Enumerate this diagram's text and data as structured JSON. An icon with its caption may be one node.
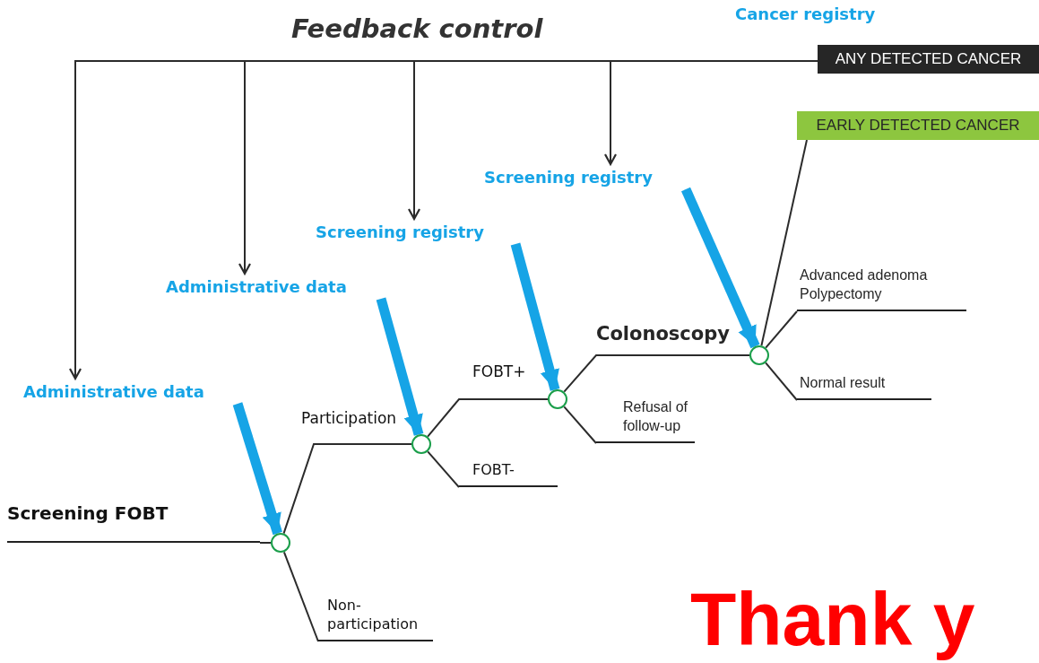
{
  "diagram": {
    "title": "Feedback control",
    "nodes": [
      {
        "text": [
          "ANY DETECTED CANCER"
        ]
      },
      {
        "text": [
          "EARLY DETECTED CANCER"
        ]
      },
      {
        "text": [
          "Screening registry"
        ]
      },
      {
        "text": [
          "Screening registry"
        ]
      },
      {
        "text": [
          "Administrative data"
        ]
      },
      {
        "text": [
          "Administrative data"
        ]
      },
      {
        "text": [
          "Advanced adenoma Polypectomy"
        ]
      },
      {
        "text": [],
        "shape": "circle"
      },
      {
        "text": [
          "Normal result"
        ]
      },
      {
        "text": [],
        "shape": "circle"
      },
      {
        "text": [
          "Refusal of follow-up"
        ]
      },
      {
        "text": [],
        "shape": "circle"
      },
      {
        "text": [
          "FOBT-"
        ]
      },
      {
        "text": [
          "Screening FOBT"
        ]
      },
      {
        "text": [],
        "shape": "circle"
      },
      {
        "text": [
          "Non- participation"
        ]
      }
    ],
    "edges": [
      {
        "from": 0,
        "to": 5,
        "arrow": "to"
      },
      {
        "from": 0,
        "to": 4,
        "arrow": "to"
      },
      {
        "from": 0,
        "to": 3,
        "arrow": "to"
      },
      {
        "from": 0,
        "to": 2,
        "arrow": "to"
      },
      {
        "from": 5,
        "to": 14,
        "arrow": "to",
        "style": "thick",
        "color": "#16a4e6"
      },
      {
        "from": 4,
        "to": 11,
        "arrow": "to",
        "style": "thick",
        "color": "#16a4e6"
      },
      {
        "from": 3,
        "to": 9,
        "arrow": "to",
        "style": "thick",
        "color": "#16a4e6"
      },
      {
        "from": 2,
        "to": 7,
        "arrow": "to",
        "style": "thick",
        "color": "#16a4e6"
      },
      {
        "from": 13,
        "to": 14,
        "arrow": "none"
      },
      {
        "from": 14,
        "to": 11,
        "arrow": "none",
        "label": "Participation"
      },
      {
        "from": 14,
        "to": 15,
        "arrow": "none"
      },
      {
        "from": 11,
        "to": 9,
        "arrow": "none",
        "label": "FOBT+"
      },
      {
        "from": 11,
        "to": 12,
        "arrow": "none"
      },
      {
        "from": 9,
        "to": 7,
        "arrow": "none",
        "label": "Colonoscopy"
      },
      {
        "from": 9,
        "to": 10,
        "arrow": "none"
      },
      {
        "from": 7,
        "to": 1,
        "arrow": "none"
      },
      {
        "from": 7,
        "to": 6,
        "arrow": "none"
      },
      {
        "from": 7,
        "to": 8,
        "arrow": "none"
      }
    ],
    "labels": [
      "Cancer registry",
      "Thank y"
    ]
  }
}
